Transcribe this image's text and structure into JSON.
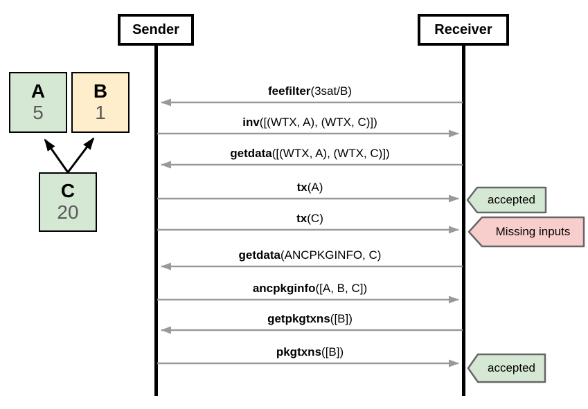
{
  "actors": [
    {
      "name": "Sender"
    },
    {
      "name": "Receiver"
    }
  ],
  "transaction_graph": {
    "nodes": [
      {
        "id": "A",
        "value": "5",
        "color": "#d5e8d4"
      },
      {
        "id": "B",
        "value": "1",
        "color": "#ffeecb"
      },
      {
        "id": "C",
        "value": "20",
        "color": "#d5e8d4"
      }
    ],
    "edges": [
      {
        "from": "C",
        "to": "A"
      },
      {
        "from": "C",
        "to": "B"
      }
    ]
  },
  "messages": [
    {
      "name": "feefilter",
      "args": "(3sat/B)",
      "to": "sender"
    },
    {
      "name": "inv",
      "args": "([(WTX, A), (WTX, C)])",
      "to": "receiver"
    },
    {
      "name": "getdata",
      "args": "([(WTX, A), (WTX, C)])",
      "to": "sender"
    },
    {
      "name": "tx",
      "args": "(A)",
      "to": "receiver",
      "result": "accepted"
    },
    {
      "name": "tx",
      "args": "(C)",
      "to": "receiver",
      "result": "Missing inputs"
    },
    {
      "name": "getdata",
      "args": "(ANCPKGINFO, C)",
      "to": "sender"
    },
    {
      "name": "ancpkginfo",
      "args": "([A, B, C])",
      "to": "receiver"
    },
    {
      "name": "getpkgtxns",
      "args": "([B])",
      "to": "sender"
    },
    {
      "name": "pkgtxns",
      "args": "([B])",
      "to": "receiver",
      "result": "accepted"
    }
  ],
  "tags": [
    {
      "label": "accepted",
      "status": "success",
      "color": "#d5e8d4"
    },
    {
      "label": "Missing inputs",
      "status": "error",
      "color": "#f8cecc"
    },
    {
      "label": "accepted",
      "status": "success",
      "color": "#d5e8d4"
    }
  ],
  "colors": {
    "node_green": "#d5e8d4",
    "node_yellow": "#ffeecb",
    "tag_green": "#d5e8d4",
    "tag_pink": "#f8cecc",
    "tag_border": "#666666",
    "arrow_gray": "#999999",
    "lifeline_black": "#000000",
    "value_gray": "#595959"
  }
}
